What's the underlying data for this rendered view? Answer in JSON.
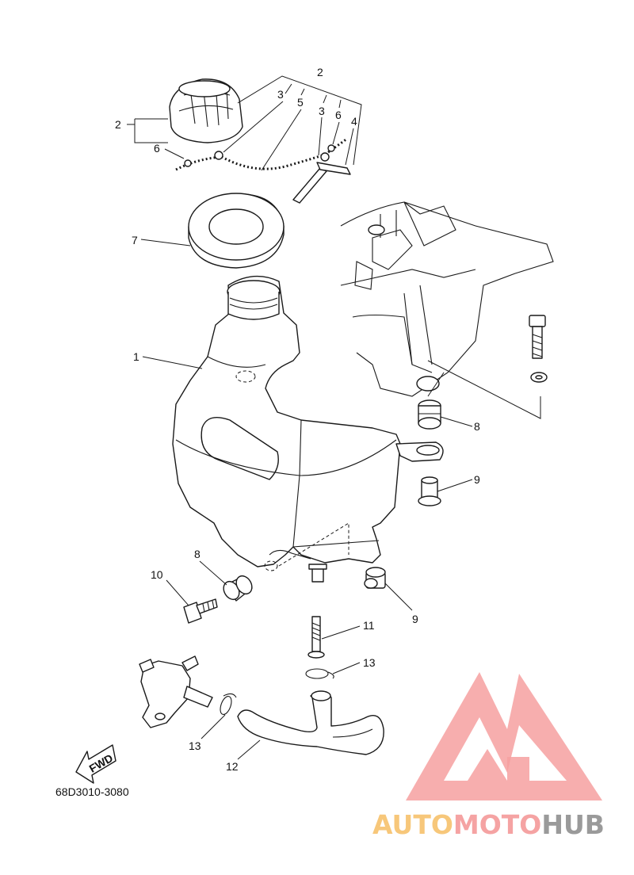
{
  "diagram_code": "68D3010-3080",
  "direction_tag": "FWD",
  "watermark": {
    "part_a": "AUTO",
    "part_b": "MOTO",
    "part_c": "HUB",
    "color_a": "#f7c77a",
    "color_b": "#f5a3a3",
    "color_c": "#9a9a9a",
    "logo_color": "#f6a0a0"
  },
  "callouts": {
    "c1": "1",
    "c2a": "2",
    "c2b": "2",
    "c3a": "3",
    "c3b": "3",
    "c4": "4",
    "c5": "5",
    "c6a": "6",
    "c6b": "6",
    "c7": "7",
    "c8a": "8",
    "c8b": "8",
    "c9a": "9",
    "c9b": "9",
    "c10": "10",
    "c11": "11",
    "c12": "12",
    "c13a": "13",
    "c13b": "13"
  }
}
